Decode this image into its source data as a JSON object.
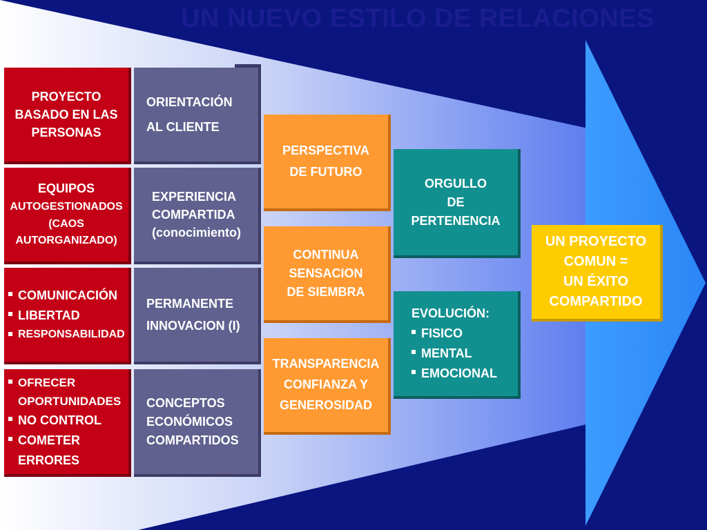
{
  "title": "UN NUEVO ESTILO DE RELACIONES",
  "colors": {
    "background": "#0a1580",
    "red_box": "#c40016",
    "slate_box": "#61618f",
    "orange_box": "#ff9a33",
    "teal_box": "#129090",
    "yellow_box": "#ffcc00",
    "arrow_head": "#3399ff"
  },
  "column_red": [
    {
      "lines": [
        "PROYECTO",
        "BASADO EN LAS",
        "PERSONAS"
      ]
    },
    {
      "lines": [
        "EQUIPOS",
        "AUTOGESTIONADOS",
        "(CAOS",
        "AUTORGANIZADO)"
      ]
    },
    {
      "bullets": [
        "COMUNICACIÓN",
        "LIBERTAD",
        "RESPONSABILIDAD"
      ]
    },
    {
      "bullets": [
        "OFRECER OPORTUNIDADES",
        "NO CONTROL",
        "COMETER ERRORES"
      ]
    }
  ],
  "column_slate": [
    {
      "lines": [
        "ORIENTACIÓN",
        "AL  CLIENTE"
      ]
    },
    {
      "lines": [
        "EXPERIENCIA",
        "COMPARTIDA",
        "(conocimiento)"
      ]
    },
    {
      "lines": [
        "PERMANENTE",
        "INNOVACION (I)"
      ]
    },
    {
      "lines": [
        "CONCEPTOS",
        "ECONÓMICOS",
        "COMPARTIDOS"
      ]
    }
  ],
  "column_orange": [
    {
      "lines": [
        "PERSPECTIVA",
        "DE  FUTURO"
      ]
    },
    {
      "lines": [
        "CONTINUA",
        "SENSACION",
        "DE SIEMBRA"
      ]
    },
    {
      "lines": [
        "TRANSPARENCIA",
        "CONFIANZA  Y",
        "GENEROSIDAD"
      ]
    }
  ],
  "column_teal": [
    {
      "lines": [
        "ORGULLO",
        "DE",
        "PERTENENCIA"
      ]
    },
    {
      "heading": "EVOLUCIÓN:",
      "bullets": [
        "FISICO",
        "MENTAL",
        "EMOCIONAL"
      ]
    }
  ],
  "result": {
    "lines": [
      "UN PROYECTO",
      "COMUN  =",
      "UN ÉXITO",
      "COMPARTIDO"
    ]
  }
}
